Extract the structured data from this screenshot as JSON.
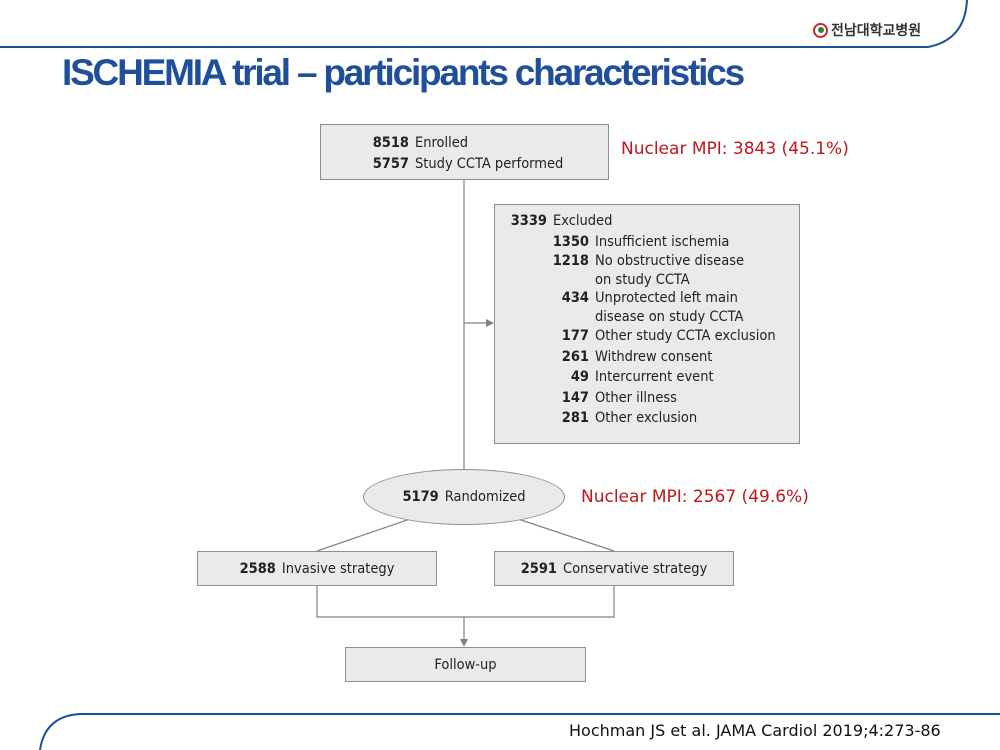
{
  "logo": {
    "text": "전남대학교병원"
  },
  "title": "ISCHEMIA trial – participants characteristics",
  "enrolled": {
    "rows": [
      {
        "num": "8518",
        "label": "Enrolled"
      },
      {
        "num": "5757",
        "label": "Study CCTA performed"
      }
    ]
  },
  "excluded": {
    "head": {
      "num": "3339",
      "label": "Excluded"
    },
    "items": [
      {
        "num": "1350",
        "label": "Insufficient ischemia"
      },
      {
        "num": "1218",
        "label": "No obstructive disease",
        "label2": "on study CCTA"
      },
      {
        "num": "434",
        "label": "Unprotected left main",
        "label2": "disease on study CCTA"
      },
      {
        "num": "177",
        "label": "Other study CCTA exclusion"
      },
      {
        "num": "261",
        "label": "Withdrew consent"
      },
      {
        "num": "49",
        "label": "Intercurrent event"
      },
      {
        "num": "147",
        "label": "Other illness"
      },
      {
        "num": "281",
        "label": "Other exclusion"
      }
    ]
  },
  "randomized": {
    "num": "5179",
    "label": "Randomized"
  },
  "invasive": {
    "num": "2588",
    "label": "Invasive strategy"
  },
  "conservative": {
    "num": "2591",
    "label": "Conservative strategy"
  },
  "followup": {
    "label": "Follow-up"
  },
  "notes": {
    "mpi_enrolled": "Nuclear MPI: 3843 (45.1%)",
    "mpi_randomized": "Nuclear MPI: 2567 (49.6%)"
  },
  "citation": "Hochman JS et al. JAMA Cardiol 2019;4:273-86",
  "colors": {
    "title": "#1f4e9a",
    "note": "#c0161c",
    "frame": "#1f4e9a",
    "box_fill": "#e9eaec"
  }
}
